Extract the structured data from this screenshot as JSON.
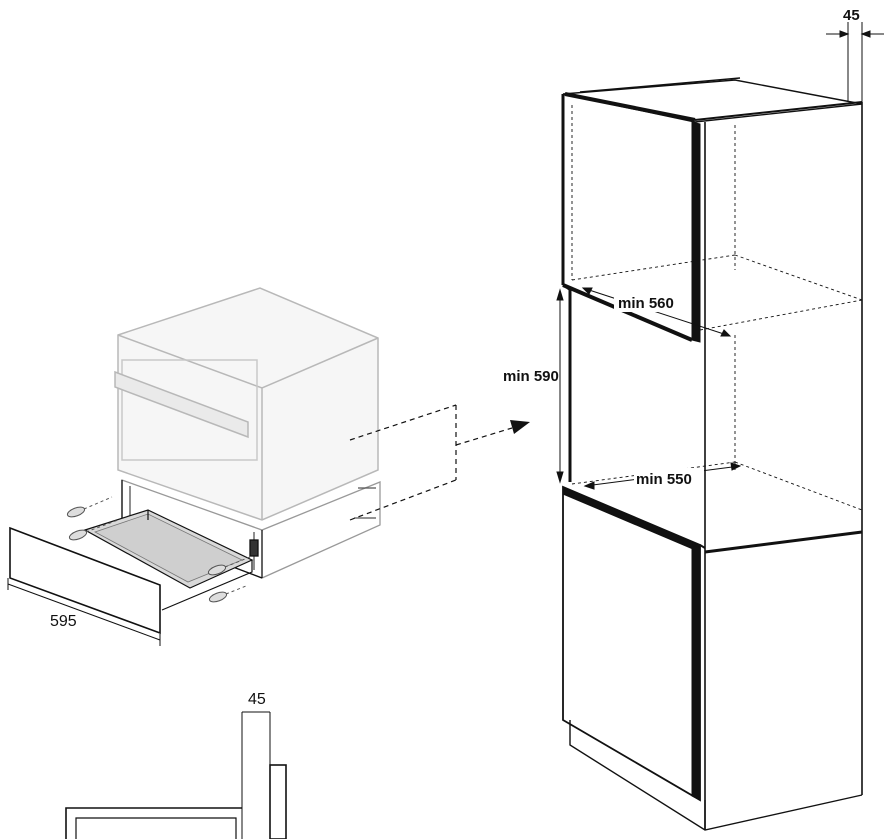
{
  "diagram": {
    "dimensions": {
      "top_right_gap": "45",
      "inner_width_upper": "min 560",
      "niche_height": "min 590",
      "inner_width_lower": "min 550",
      "drawer_width": "595",
      "bottom_gap": "45"
    },
    "colors": {
      "line": "#111111",
      "ghost": "#b8b8b8",
      "ghost_fill": "#f2f2f2"
    }
  }
}
